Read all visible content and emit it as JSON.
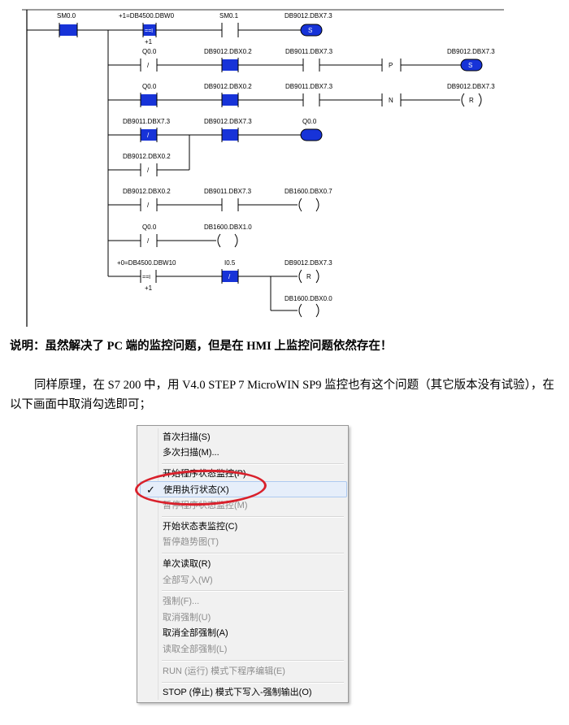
{
  "ladder": {
    "rung1": {
      "contact1": "SM0.0",
      "compare_label": "+1=DB4500.DBW0",
      "compare_op": "==I",
      "compare_in2": "+1",
      "contact2": "SM0.1",
      "coil": "DB9012.DBX7.3",
      "coil_sym": "S"
    },
    "rung2": {
      "contact1": "Q0.0",
      "contact2": "DB9012.DBX0.2",
      "contact3": "DB9011.DBX7.3",
      "edge": "P",
      "coil": "DB9012.DBX7.3",
      "coil_sym": "S"
    },
    "rung3": {
      "contact1": "Q0.0",
      "contact2": "DB9012.DBX0.2",
      "contact3": "DB9011.DBX7.3",
      "edge": "N",
      "coil": "DB9012.DBX7.3",
      "coil_sym": "R"
    },
    "rung4": {
      "contact1": "DB9011.DBX7.3",
      "contact2": "DB9012.DBX7.3",
      "coil": "Q0.0",
      "branch_contact": "DB9012.DBX0.2"
    },
    "rung5": {
      "contact1": "DB9012.DBX0.2",
      "contact2": "DB9011.DBX7.3",
      "coil": "DB1600.DBX0.7"
    },
    "rung6": {
      "contact1": "Q0.0",
      "coil": "DB1600.DBX1.0"
    },
    "rung7": {
      "compare_label": "+0=DB4500.DBW10",
      "compare_op": "==I",
      "compare_in2": "+1",
      "contact1": "I0.5",
      "coil1": "DB9012.DBX7.3",
      "coil1_sym": "R",
      "coil2": "DB1600.DBX0.0"
    },
    "sym_neg": "/"
  },
  "note": "说明：虽然解决了 PC 端的监控问题，但是在 HMI 上监控问题依然存在！",
  "paragraph": "同样原理，在 S7 200 中，用 V4.0 STEP 7 MicroWIN SP9 监控也有这个问题（其它版本没有试验），在以下画面中取消勾选即可；",
  "menu": {
    "check_mark": "✓",
    "items": [
      {
        "label": "首次扫描(S)",
        "enabled": true
      },
      {
        "label": "多次扫描(M)...",
        "enabled": true
      },
      {
        "label": "开始程序状态监控(P)",
        "enabled": true
      },
      {
        "label": "使用执行状态(X)",
        "enabled": true,
        "checked": true
      },
      {
        "label": "暂停程序状态监控(M)",
        "enabled": false
      },
      {
        "label": "开始状态表监控(C)",
        "enabled": true
      },
      {
        "label": "暂停趋势图(T)",
        "enabled": false
      },
      {
        "label": "单次读取(R)",
        "enabled": true
      },
      {
        "label": "全部写入(W)",
        "enabled": false
      },
      {
        "label": "强制(F)...",
        "enabled": false
      },
      {
        "label": "取消强制(U)",
        "enabled": false
      },
      {
        "label": "取消全部强制(A)",
        "enabled": true
      },
      {
        "label": "读取全部强制(L)",
        "enabled": false
      },
      {
        "label": "RUN (运行) 模式下程序编辑(E)",
        "enabled": false
      },
      {
        "label": "STOP (停止) 模式下写入-强制输出(O)",
        "enabled": true
      }
    ]
  },
  "colors": {
    "active": "#1733d8",
    "highlight": "#d9202b"
  }
}
